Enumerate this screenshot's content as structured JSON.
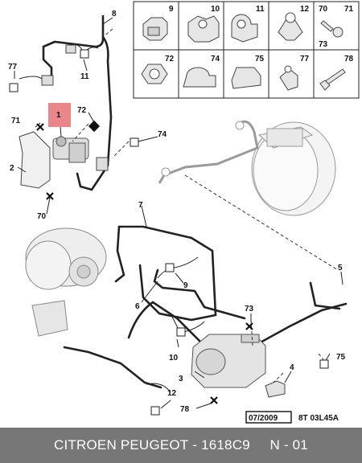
{
  "callouts": {
    "c1": "1",
    "c2": "2",
    "c3": "3",
    "c4": "4",
    "c5": "5",
    "c6": "6",
    "c7": "7",
    "c8": "8",
    "c10": "10",
    "c11": "11",
    "c12": "12",
    "c70": "70",
    "c71": "71",
    "c72": "72",
    "c73": "73",
    "c74": "74",
    "c75": "75",
    "c77": "77",
    "c78": "78",
    "c9": "9"
  },
  "legend": {
    "g9": "9",
    "g10": "10",
    "g11": "11",
    "g12": "12",
    "g70": "70",
    "g71": "71",
    "g73": "73",
    "g72": "72",
    "g74": "74",
    "g75": "75",
    "g77": "77",
    "g78": "78"
  },
  "reference": {
    "date": "07/2009",
    "code": "8T 03L45A"
  },
  "footer": {
    "brand": "CITROEN PEUGEOT",
    "separator": " - ",
    "part_number": "1618C9",
    "position": "N - 01"
  },
  "colors": {
    "highlight": "#e8868a",
    "footer_bg": "#777777",
    "line": "#333333"
  }
}
